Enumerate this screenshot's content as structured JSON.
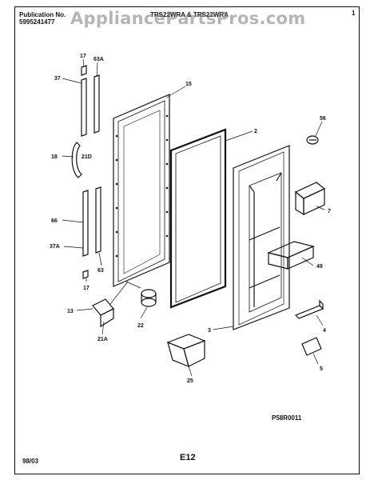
{
  "header": {
    "publication_label": "Publication No.",
    "publication_number": "5995241477",
    "model_text": "TRS22WRA & TRS22WRA",
    "page_mark": "1"
  },
  "watermark": "AppliancePartsPros.com",
  "footer": {
    "date": "98/03",
    "page": "E12",
    "code": "P58R0011"
  },
  "callouts": [
    "17",
    "63A",
    "37",
    "15",
    "2",
    "56",
    "18",
    "21D",
    "7",
    "66",
    "37A",
    "49",
    "63",
    "17",
    "13",
    "22",
    "3",
    "4",
    "21A",
    "5",
    "25"
  ]
}
